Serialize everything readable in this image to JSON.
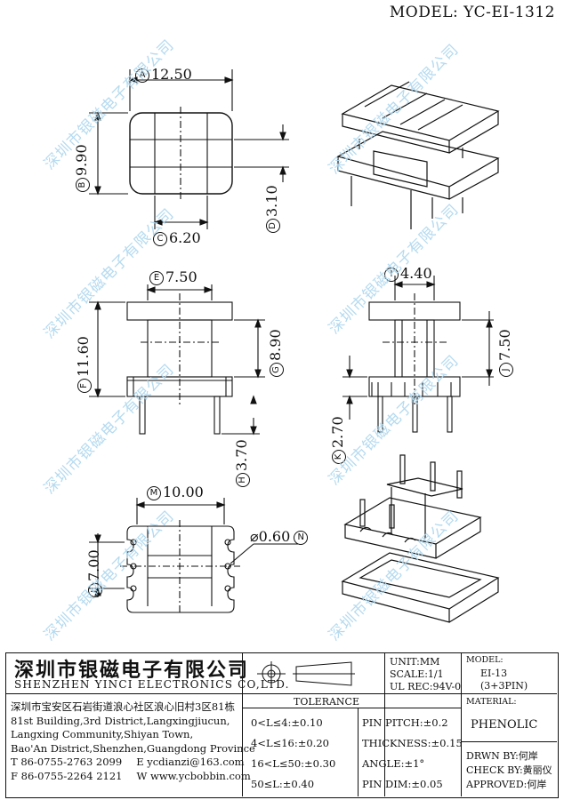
{
  "header": {
    "model_title": "MODEL: YC-EI-1312"
  },
  "watermark": {
    "text": "深圳市银磁电子有限公司"
  },
  "top_view": {
    "dim_a": {
      "marker": "A",
      "value": "12.50"
    },
    "dim_b": {
      "marker": "B",
      "value": "9.90"
    },
    "dim_c": {
      "marker": "C",
      "value": "6.20"
    },
    "dim_d": {
      "marker": "D",
      "value": "3.10"
    }
  },
  "front_view": {
    "dim_e": {
      "marker": "E",
      "value": "7.50"
    },
    "dim_f": {
      "marker": "F",
      "value": "11.60"
    },
    "dim_g": {
      "marker": "G",
      "value": "8.90"
    },
    "dim_h": {
      "marker": "H",
      "value": "3.70"
    }
  },
  "side_view": {
    "dim_i": {
      "marker": "I",
      "value": "4.40"
    },
    "dim_j": {
      "marker": "J",
      "value": "7.50"
    },
    "dim_k": {
      "marker": "K",
      "value": "2.70"
    }
  },
  "bottom_view": {
    "dim_m": {
      "marker": "M",
      "value": "10.00"
    },
    "dim_l": {
      "marker": "L",
      "value": "7.00"
    },
    "dim_n": {
      "marker": "N",
      "value": "⌀0.60"
    }
  },
  "title_block": {
    "company_cn": "深圳市银磁电子有限公司",
    "company_en": "SHENZHEN YINCI ELECTRONICS CO,LTD.",
    "address_cn": "深圳市宝安区石岩街道浪心社区浪心旧村3区81栋",
    "address_en_1": "81st Building,3rd District,Langxingjiucun,",
    "address_en_2": "Langxing Community,Shiyan Town,",
    "address_en_3": "Bao'An District,Shenzhen,Guangdong Province",
    "tel": "T 86-0755-2763 2099",
    "email": "E ycdianzi@163.com",
    "fax": "F 86-0755-2264 2121",
    "web": "W www.ycbobbin.com",
    "unit": "UNIT:MM",
    "scale": "SCALE:1/1",
    "ul_rec": "UL REC:94V-0",
    "model_label": "MODEL:",
    "model_value": "EI-13",
    "model_pins": "(3+3PIN)",
    "material_label": "MATERIAL:",
    "material_value": "PHENOLIC",
    "tolerance_title": "TOLERANCE",
    "tol_rows": [
      "0<L≤4:±0.10",
      "4<L≤16:±0.20",
      "16<L≤50:±0.30",
      "50≤L:±0.40"
    ],
    "tol_right": [
      "PIN PITCH:±0.2",
      "THICKNESS:±0.15",
      "ANGLE:±1°",
      "PIN DIM:±0.05"
    ],
    "drawn_by": "DRWN BY:何岸",
    "check_by": "CHECK BY:黄丽仪",
    "approved": "APPROVED:何岸"
  }
}
